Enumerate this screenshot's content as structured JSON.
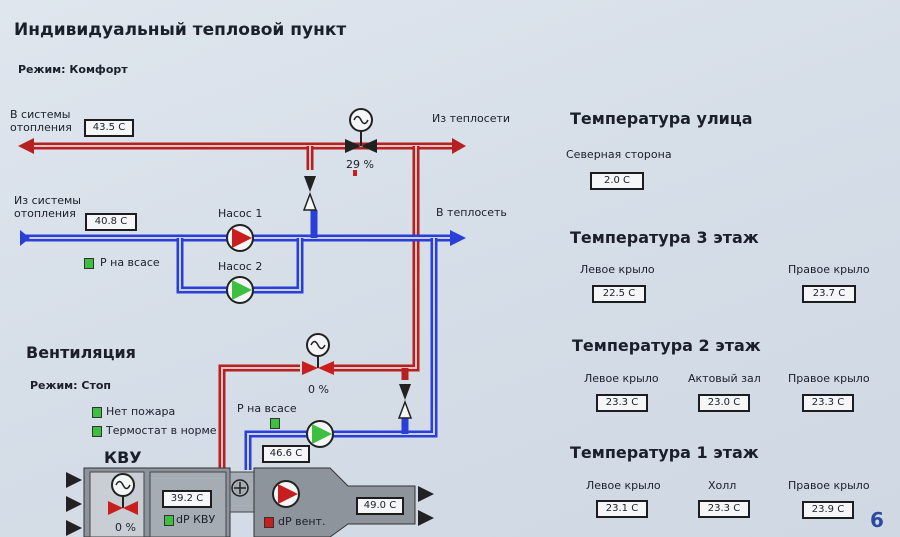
{
  "header": {
    "title": "Индивидуальный тепловой пункт",
    "mode": "Режим: Комфорт"
  },
  "heating": {
    "to_system_label_1": "В системы",
    "to_system_label_2": "отопления",
    "to_system_temp": "43.5 C",
    "from_system_label_1": "Из системы",
    "from_system_label_2": "отопления",
    "from_system_temp": "40.8 C",
    "from_network": "Из теплосети",
    "to_network": "В теплосеть",
    "valve_percent": "29 %",
    "pump1": "Насос 1",
    "pump2": "Насос 2",
    "suction_pressure": "Р на всасе"
  },
  "ventilation": {
    "title": "Вентиляция",
    "mode": "Режим: Стоп",
    "no_fire": "Нет пожара",
    "thermostat_ok": "Термостат в норме",
    "suction_pressure": "Р на всасе",
    "valve_percent": "0 %",
    "pump_temp": "46.6 C",
    "kvu_title": "КВУ",
    "kvu_temp": "39.2 C",
    "dp_kvu": "dP КВУ",
    "kvu_valve_percent": "0 %",
    "dp_vent": "dP вент.",
    "supply_temp": "49.0 C"
  },
  "temps": {
    "street": {
      "title": "Температура улица",
      "north_label": "Северная сторона",
      "north_value": "2.0 C"
    },
    "floor3": {
      "title": "Температура 3 этаж",
      "left_label": "Левое крыло",
      "left_value": "22.5 C",
      "right_label": "Правое крыло",
      "right_value": "23.7 C"
    },
    "floor2": {
      "title": "Температура 2 этаж",
      "left_label": "Левое крыло",
      "left_value": "23.3 C",
      "mid_label": "Актовый зал",
      "mid_value": "23.0 C",
      "right_label": "Правое крыло",
      "right_value": "23.3 C"
    },
    "floor1": {
      "title": "Температура 1 этаж",
      "left_label": "Левое крыло",
      "left_value": "23.1 C",
      "mid_label": "Холл",
      "mid_value": "23.3 C",
      "right_label": "Правое крыло",
      "right_value": "23.9 C"
    }
  },
  "page_number": "6",
  "colors": {
    "hot_pipe": "#b52020",
    "cold_pipe": "#2a3fd6",
    "indicator_ok": "#3fbf3f",
    "indicator_alarm": "#c81e1e",
    "page_number": "#2c4a9c"
  }
}
